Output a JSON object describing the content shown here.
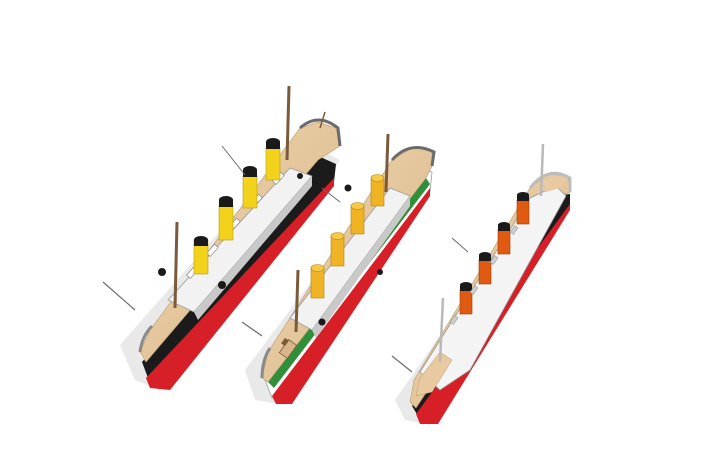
{
  "scene": {
    "background": "#ffffff",
    "shadow_color": "#e6e6e6",
    "ships": [
      {
        "id": "ship-left",
        "hull_color": "#1a1a1a",
        "waterline_color": "#d61f26",
        "deck_color": "#e8c9a0",
        "superstructure_color": "#f2f2f2",
        "funnel_body_color": "#f2d21b",
        "funnel_top_color": "#1a1a1a",
        "funnels": 4
      },
      {
        "id": "ship-middle",
        "hull_color": "#ffffff",
        "waterline_color": "#d61f26",
        "stripe_color": "#2f8f3a",
        "deck_color": "#e8c9a0",
        "superstructure_color": "#f2f2f2",
        "funnel_body_color": "#f0b323",
        "funnel_top_color": "#f0b323",
        "funnels": 4
      },
      {
        "id": "ship-right",
        "hull_color": "#1a1a1a",
        "waterline_color": "#d61f26",
        "deck_color": "#e8c9a0",
        "superstructure_color": "#f4f4f4",
        "funnel_body_color": "#e05a12",
        "funnel_top_color": "#1a1a1a",
        "funnels": 4
      }
    ]
  }
}
